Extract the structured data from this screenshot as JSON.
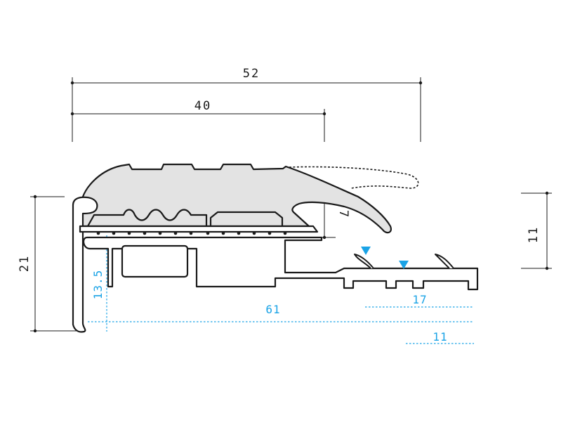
{
  "diagram": {
    "colors": {
      "outline": "#1a1a1a",
      "insert_fill": "#e3e3e3",
      "dimension_blue": "#1aa3e6"
    },
    "dimensions_black": {
      "overall_width": "52",
      "insert_width": "40",
      "total_height": "21",
      "lip_height": "7",
      "right_height": "11"
    },
    "dimensions_blue": {
      "base_width": "61",
      "base_height": "13.5",
      "fixing_zone": "17",
      "tail_width": "11"
    },
    "icons": [
      "triangle-marker-icon",
      "triangle-marker-icon"
    ]
  }
}
